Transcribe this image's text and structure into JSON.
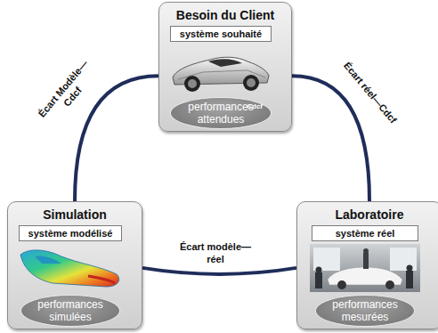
{
  "diagram": {
    "nodes": [
      {
        "text": [
          "Besoin du Client"
        ]
      },
      {
        "text": [
          "système souhaité"
        ],
        "in": 0
      },
      {
        "text": [
          "performances attendues",
          "Cdcf"
        ],
        "in": 0
      },
      {
        "text": [
          "Simulation"
        ]
      },
      {
        "text": [
          "système modélisé"
        ],
        "in": 3
      },
      {
        "text": [
          "performances simulées"
        ],
        "in": 3
      },
      {
        "text": [
          "Laboratoire"
        ]
      },
      {
        "text": [
          "système réel"
        ],
        "in": 6
      },
      {
        "text": [
          "performances mesurées"
        ],
        "in": 6
      }
    ],
    "edges": [
      {
        "from": 3,
        "to": 0,
        "label": "Écart Modèle—Cdcf",
        "arrow": "none"
      },
      {
        "from": 0,
        "to": 6,
        "label": "Écart réel—Cdcf",
        "arrow": "none"
      },
      {
        "from": 3,
        "to": 6,
        "label": "Écart modèle—réel",
        "arrow": "none"
      }
    ]
  }
}
